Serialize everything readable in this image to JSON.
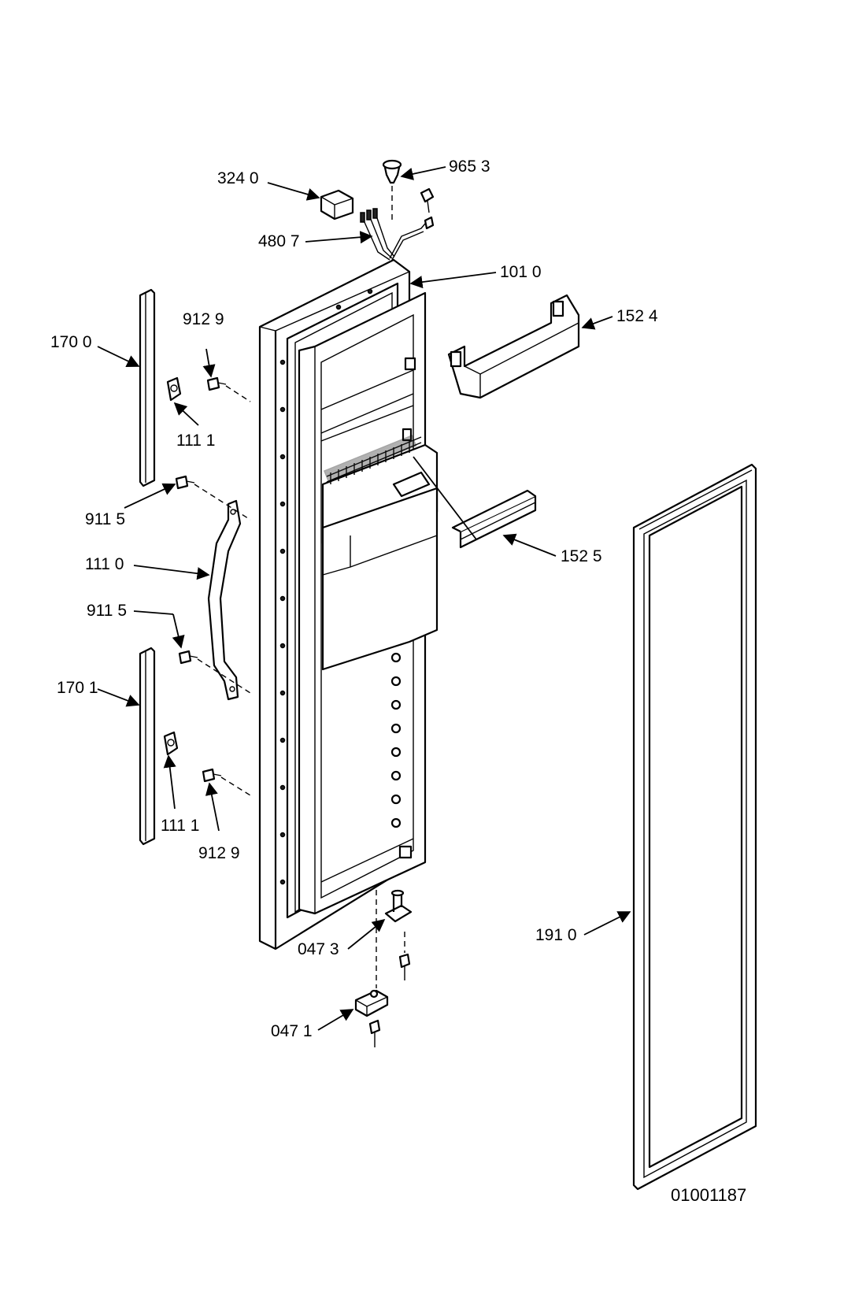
{
  "labels": {
    "l3240": "324 0",
    "l9653": "965 3",
    "l4807": "480 7",
    "l1010": "101 0",
    "l1524": "152 4",
    "l1700": "170 0",
    "l9129a": "912 9",
    "l1111a": "111 1",
    "l9115a": "911 5",
    "l1110": "111 0",
    "l1525": "152 5",
    "l9115b": "911 5",
    "l1701": "170 1",
    "l1111b": "111 1",
    "l9129b": "912 9",
    "l0473": "047 3",
    "l1910": "191 0",
    "l0471": "047 1"
  },
  "drawing_code": "01001187"
}
